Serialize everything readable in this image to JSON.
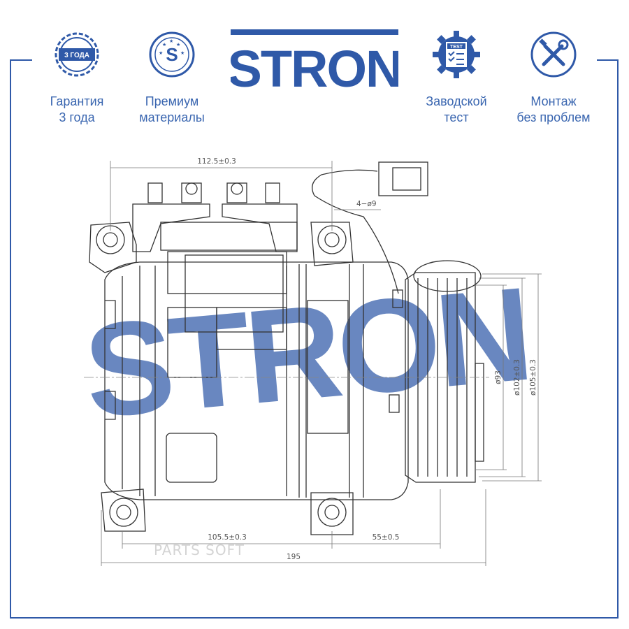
{
  "brand": {
    "name": "STRON",
    "color": "#2f59a8"
  },
  "features": [
    {
      "icon": "warranty-seal-icon",
      "badge_text": "3 ГОДА",
      "line1": "Гарантия",
      "line2": "3 года"
    },
    {
      "icon": "premium-s-icon",
      "badge_text": "S",
      "line1": "Премиум",
      "line2": "материалы"
    },
    {
      "icon": "test-gear-icon",
      "badge_text": "TEST",
      "line1": "Заводской",
      "line2": "тест"
    },
    {
      "icon": "tools-icon",
      "badge_text": "",
      "line1": "Монтаж",
      "line2": "без проблем"
    }
  ],
  "drawing": {
    "dim_top_width": "112.5±0.3",
    "dim_holes": "4−ø9",
    "dim_d93": "ø93",
    "dim_d102": "ø102±0.3",
    "dim_d105": "ø105±0.3",
    "dim_bottom_left": "105.5±0.3",
    "dim_bottom_right": "55±0.5",
    "dim_total": "195",
    "watermark_brand": "STRON"
  },
  "watermark": "PARTS SOFT"
}
